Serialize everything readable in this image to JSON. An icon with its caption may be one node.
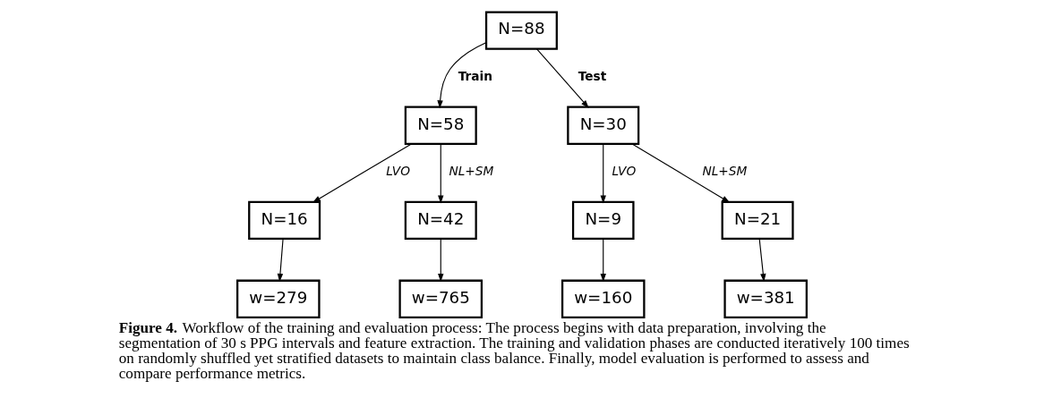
{
  "diagram": {
    "caption": "**Figure 4.** Workflow of the training and evaluation process: The process begins with data preparation, involving the segmentation of 30 s PPG intervals and feature extraction. The training and validation phases are conducted iteratively 100 times on randomly shuffled yet stratified datasets to maintain class balance. Finally, model evaluation is performed to assess and compare performance metrics.",
    "nodes": [
      {
        "text": [
          "N=88"
        ]
      },
      {
        "text": [
          "N=58"
        ]
      },
      {
        "text": [
          "N=30"
        ]
      },
      {
        "text": [
          "N=16"
        ]
      },
      {
        "text": [
          "N=42"
        ]
      },
      {
        "text": [
          "N=9"
        ]
      },
      {
        "text": [
          "N=21"
        ]
      },
      {
        "text": [
          "w=279"
        ]
      },
      {
        "text": [
          "w=765"
        ]
      },
      {
        "text": [
          "w=160"
        ]
      },
      {
        "text": [
          "w=381"
        ]
      }
    ],
    "edges": [
      {
        "from": 0,
        "to": 1,
        "arrow": "to",
        "label": "Train"
      },
      {
        "from": 0,
        "to": 2,
        "arrow": "to",
        "label": "Test"
      },
      {
        "from": 1,
        "to": 3,
        "arrow": "to",
        "label": "LVO"
      },
      {
        "from": 1,
        "to": 4,
        "arrow": "to",
        "label": "NL+SM"
      },
      {
        "from": 2,
        "to": 5,
        "arrow": "to",
        "label": "LVO"
      },
      {
        "from": 2,
        "to": 6,
        "arrow": "to",
        "label": "NL+SM"
      },
      {
        "from": 3,
        "to": 7,
        "arrow": "to"
      },
      {
        "from": 4,
        "to": 8,
        "arrow": "to"
      },
      {
        "from": 5,
        "to": 9,
        "arrow": "to"
      },
      {
        "from": 6,
        "to": 10,
        "arrow": "to"
      }
    ]
  }
}
